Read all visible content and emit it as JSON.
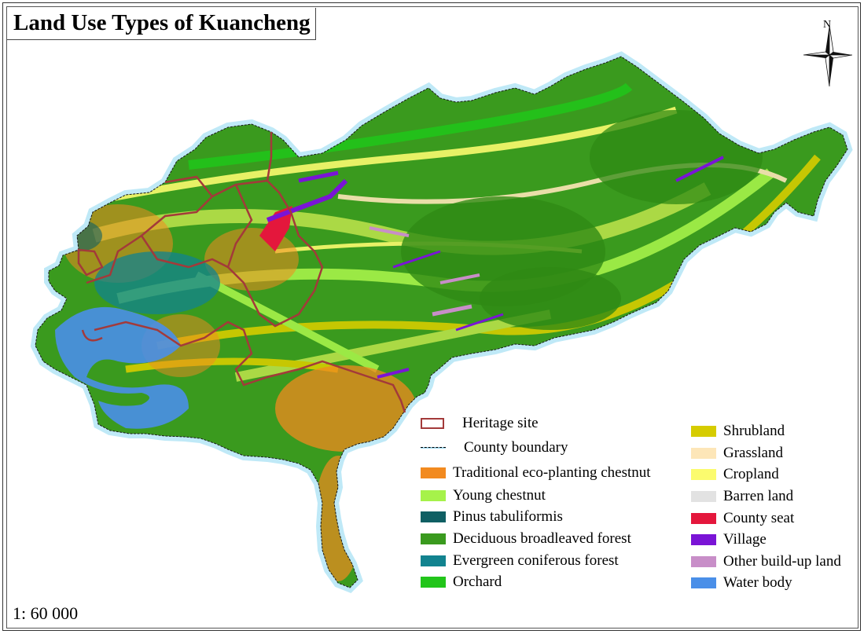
{
  "title": "Land Use Types of Kuancheng",
  "north_label": "N",
  "scale_text": "1: 60 000",
  "legend": {
    "left": [
      {
        "label": "Heritage site",
        "swatch": "outline",
        "color": "#a33a3a"
      },
      {
        "label": "County boundary",
        "swatch": "line",
        "color": "#9fd9ef"
      },
      {
        "label": "Traditional eco-planting chestnut",
        "swatch": "fill",
        "color": "#f28a1f"
      },
      {
        "label": "Young chestnut",
        "swatch": "fill",
        "color": "#a6f24a"
      },
      {
        "label": "Pinus tabuliformis",
        "swatch": "fill",
        "color": "#0f5f63"
      },
      {
        "label": "Deciduous broadleaved forest",
        "swatch": "fill",
        "color": "#3a9a1e"
      },
      {
        "label": "Evergreen coniferous forest",
        "swatch": "fill",
        "color": "#12838f"
      },
      {
        "label": "Orchard",
        "swatch": "fill",
        "color": "#22c51a"
      }
    ],
    "right": [
      {
        "label": "Shrubland",
        "swatch": "fill",
        "color": "#d6cc00"
      },
      {
        "label": "Grassland",
        "swatch": "fill",
        "color": "#fde6b8"
      },
      {
        "label": "Cropland",
        "swatch": "fill",
        "color": "#fbfb6e"
      },
      {
        "label": "Barren land",
        "swatch": "fill",
        "color": "#e2e2e2"
      },
      {
        "label": "County seat",
        "swatch": "fill",
        "color": "#e4173c"
      },
      {
        "label": "Village",
        "swatch": "fill",
        "color": "#7a14d6"
      },
      {
        "label": "Other build-up land",
        "swatch": "fill",
        "color": "#c88ec8"
      },
      {
        "label": "Water body",
        "swatch": "fill",
        "color": "#4a8fe8"
      }
    ]
  }
}
